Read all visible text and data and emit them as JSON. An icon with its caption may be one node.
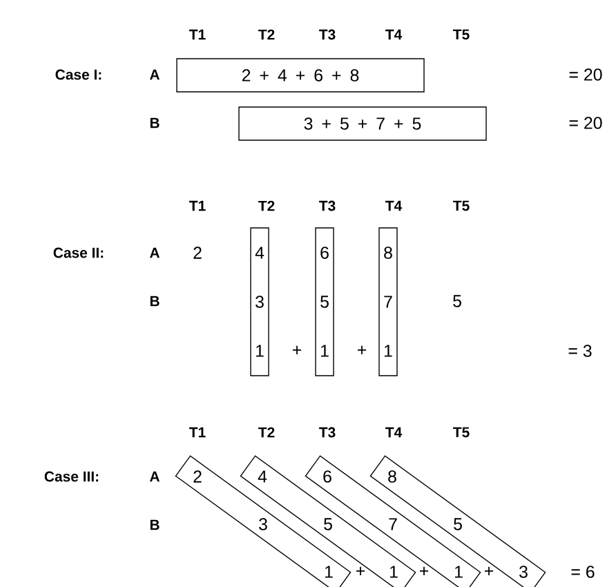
{
  "diagram": {
    "nodes": [
      {
        "text": [
          "2 + 4 + 6 + 8"
        ]
      },
      {
        "text": [
          "3 + 5 + 7 + 5"
        ]
      },
      {
        "text": [
          "4",
          "3",
          "1"
        ]
      },
      {
        "text": [
          "6",
          "5",
          "1"
        ]
      },
      {
        "text": [
          "8",
          "7",
          "1"
        ]
      },
      {
        "text": [
          "2",
          "3",
          "1"
        ]
      },
      {
        "text": [
          "4",
          "5",
          "1"
        ]
      },
      {
        "text": [
          "6",
          "7",
          "1"
        ]
      },
      {
        "text": [
          "8",
          "5",
          "3"
        ]
      }
    ],
    "labels": [
      "T1",
      "T2",
      "T3",
      "T4",
      "T5",
      "Case I:",
      "A",
      "= 20",
      "B",
      "= 20",
      "T1",
      "T2",
      "T3",
      "T4",
      "T5",
      "Case II:",
      "A",
      "2",
      "B",
      "5",
      "+",
      "+",
      "= 3",
      "T1",
      "T2",
      "T3",
      "T4",
      "T5",
      "Case III:",
      "A",
      "B",
      "+",
      "+",
      "+",
      "= 6"
    ]
  }
}
